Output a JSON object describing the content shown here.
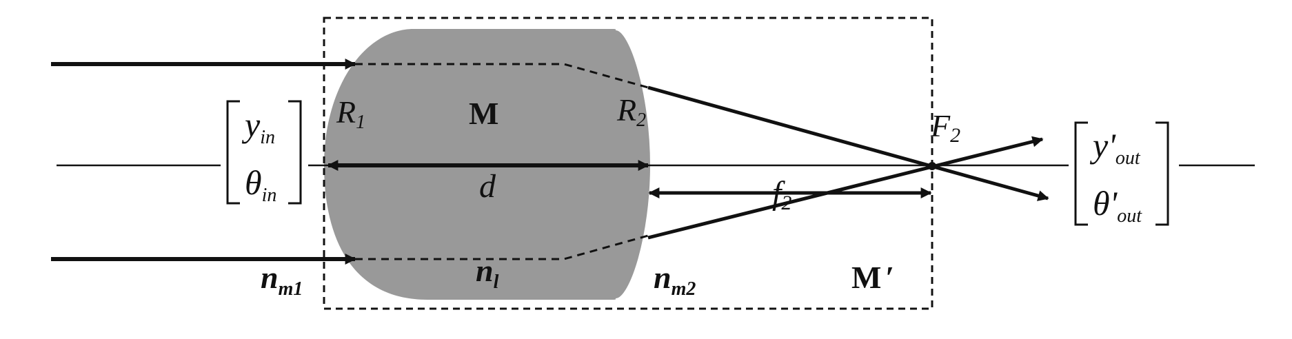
{
  "labels": {
    "r1": "R",
    "r1_sub": "1",
    "r2": "R",
    "r2_sub": "2",
    "m": "M",
    "m_prime": "M",
    "m_prime_mark": "′",
    "d": "d",
    "f2": "f",
    "f2_sub": "2",
    "F2": "F",
    "F2_sub": "2",
    "n_m1": "n",
    "n_m1_sub": "m1",
    "n_l": "n",
    "n_l_sub": "l",
    "n_m2": "n",
    "n_m2_sub": "m2"
  },
  "input_vector": {
    "y": "y",
    "y_sub": "in",
    "theta": "θ",
    "theta_sub": "in"
  },
  "output_vector": {
    "y": "y'",
    "y_sub": "out",
    "theta": "θ'",
    "theta_sub": "out"
  },
  "colors": {
    "lens_fill": "#999999",
    "line": "#111111",
    "background": "#ffffff"
  }
}
